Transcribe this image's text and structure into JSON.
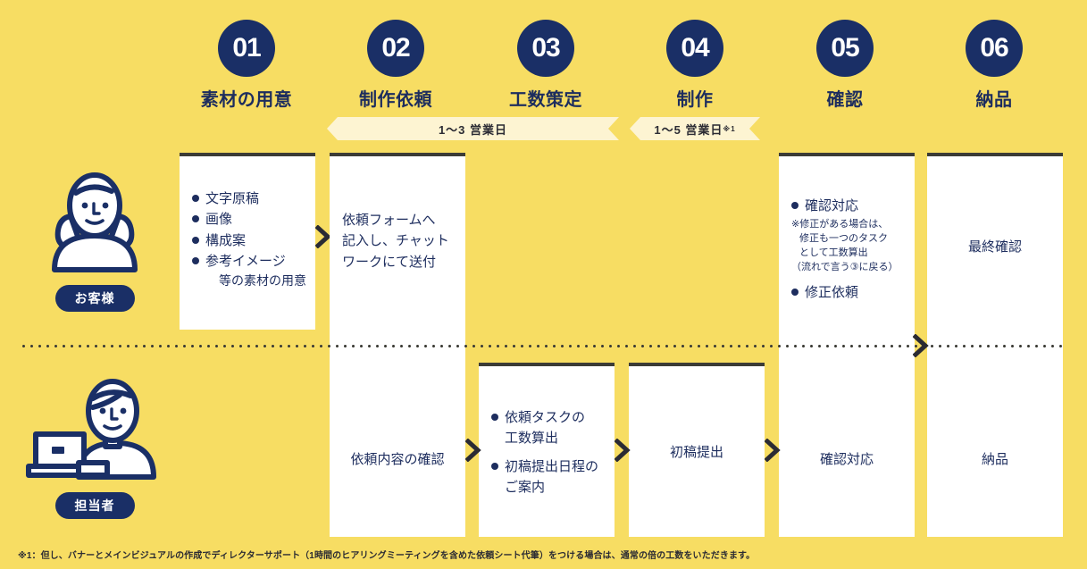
{
  "theme": {
    "background": "#f7dd63",
    "navy": "#1a2f66",
    "text_navy": "#1d2d5e",
    "card_bg": "#ffffff",
    "card_border": "#3c3c36",
    "ribbon_bg": "#fdf4d2"
  },
  "steps": [
    {
      "number": "01",
      "label": "素材の用意"
    },
    {
      "number": "02",
      "label": "制作依頼"
    },
    {
      "number": "03",
      "label": "工数策定"
    },
    {
      "number": "04",
      "label": "制作"
    },
    {
      "number": "05",
      "label": "確認"
    },
    {
      "number": "06",
      "label": "納品"
    }
  ],
  "ribbons": [
    {
      "text": "1〜3 営業日",
      "note": ""
    },
    {
      "text": "1〜5 営業日",
      "note": "※1"
    }
  ],
  "roles": {
    "customer": {
      "badge": "お客様",
      "icon": "customer-avatar-icon"
    },
    "staff": {
      "badge": "担当者",
      "icon": "staff-laptop-avatar-icon"
    }
  },
  "customer_row": {
    "step1": {
      "bullets": [
        "文字原稿",
        "画像",
        "構成案",
        "参考イメージ"
      ],
      "trailing": "等の素材の用意"
    },
    "step2": {
      "lines": [
        "依頼フォームへ",
        "記入し、チャット",
        "ワークにて送付"
      ]
    },
    "step5": {
      "bullet1": "確認対応",
      "note": [
        "※修正がある場合は、",
        "修正も一つのタスク",
        "として工数算出",
        "（流れで言う③に戻る）"
      ],
      "bullet2": "修正依頼"
    },
    "step6": {
      "text": "最終確認"
    }
  },
  "staff_row": {
    "step2": {
      "text": "依頼内容の確認"
    },
    "step3": {
      "bullet1": [
        "依頼タスクの",
        "工数算出"
      ],
      "bullet2": [
        "初稿提出日程の",
        "ご案内"
      ]
    },
    "step4": {
      "text": "初稿提出"
    },
    "step5": {
      "text": "確認対応"
    },
    "step6": {
      "text": "納品"
    }
  },
  "footnote": "※1：但し、バナーとメインビジュアルの作成でディレクターサポート（1時間のヒアリングミーティングを含めた依頼シート代筆）をつける場合は、通常の倍の工数をいただきます。"
}
